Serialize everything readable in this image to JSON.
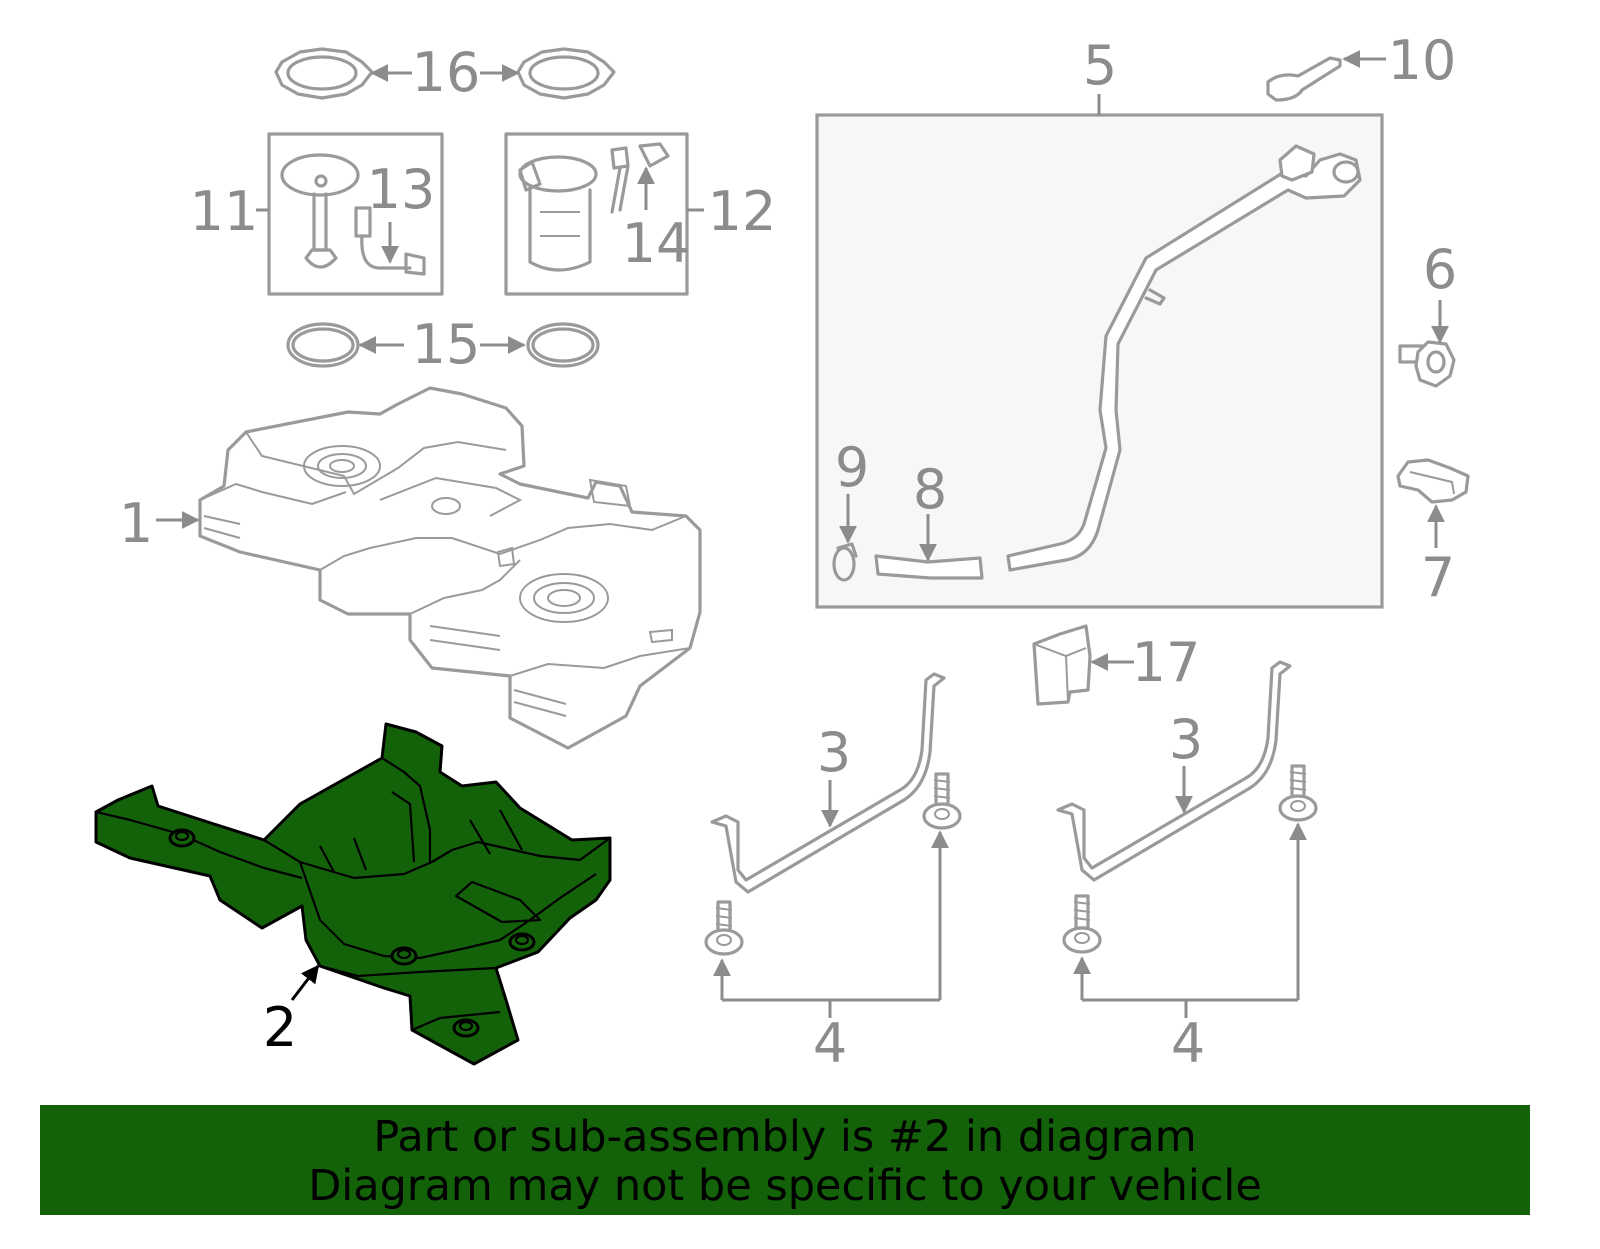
{
  "colors": {
    "highlight": "#13620a",
    "line_art": "#9a9a9a",
    "label": "#8c8c8c"
  },
  "highlighted_part": "2",
  "callouts": {
    "p1": "1",
    "p2": "2",
    "p3a": "3",
    "p3b": "3",
    "p4a": "4",
    "p4b": "4",
    "p5": "5",
    "p6": "6",
    "p7": "7",
    "p8": "8",
    "p9": "9",
    "p10": "10",
    "p11": "11",
    "p12": "12",
    "p13": "13",
    "p14": "14",
    "p15": "15",
    "p16": "16",
    "p17": "17"
  },
  "banner": {
    "line1": "Part or sub-assembly is #2 in diagram",
    "line2": "Diagram may not be specific to your vehicle"
  }
}
